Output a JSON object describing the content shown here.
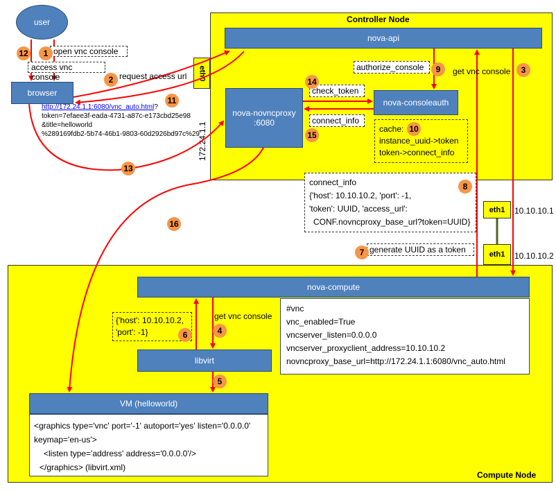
{
  "user": "user",
  "browser": "browser",
  "controller": {
    "title": "Controller Node",
    "nova_api": "nova-api",
    "novncproxy_line1": "nova-novncproxy",
    "novncproxy_line2": ":6080",
    "consoleauth": "nova-consoleauth",
    "eth0": "eth0",
    "ip_vertical": "172.24.1.1",
    "cache_lines": [
      "cache:",
      "instance_uuid->token",
      "token->connect_info"
    ]
  },
  "compute": {
    "title": "Compute Node",
    "nova_compute": "nova-compute",
    "libvirt": "libvirt",
    "vm": "VM (helloworld)",
    "config_lines": [
      "#vnc",
      "vnc_enabled=True",
      "vncserver_listen=0.0.0.0",
      "vncserver_proxyclient_address=10.10.10.2",
      "novncproxy_base_url=http://172.24.1.1:6080/vnc_auto.html"
    ],
    "xml_lines": [
      "<graphics type='vnc' port='-1' autoport='yes' listen='0.0.0.0'",
      "keymap='en-us'>",
      "<listen type='address' address='0.0.0.0'/>",
      "</graphics> (libvirt.xml)"
    ],
    "host_port_lines": [
      "{'host': 10.10.10.2,",
      "'port': -1}"
    ]
  },
  "eth1_top": "eth1",
  "eth1_bottom": "eth1",
  "ip_top": "10.10.10.1",
  "ip_bottom": "10.10.10.2",
  "labels": {
    "open_vnc": "open vnc console",
    "access_vnc": "access vnc console",
    "request_url": "request access url",
    "authorize": "authorize_console",
    "get_vnc_top": "get vnc console",
    "check_token": "check_token",
    "connect_info": "connect_info",
    "generate_uuid": "generate UUID as a  token",
    "get_vnc_bottom": "get vnc console"
  },
  "url_link": "http://172.24.1.1:6080/vnc_auto.html",
  "url_link_suffix": "?",
  "url_lines": [
    "token=7efaee3f-eada-4731-a87c-e173cbd25e98",
    "&title=helloworld",
    "%289169fdb2-5b74-46b1-9803-60d2926bd97c%29"
  ],
  "connect_info_lines": [
    "connect_info",
    "{'host': 10.10.10.2, 'port': -1,",
    "'token': UUID, 'access_url':",
    "CONF.novncproxy_base_url?token=UUID}"
  ],
  "steps": {
    "s1": "1",
    "s2": "2",
    "s3": "3",
    "s4": "4",
    "s5": "5",
    "s6": "6",
    "s7": "7",
    "s8": "8",
    "s9": "9",
    "s10": "10",
    "s11": "11",
    "s12": "12",
    "s13": "13",
    "s14": "14",
    "s15": "15",
    "s16": "16"
  },
  "colors": {
    "node": "#ffff00",
    "box": "#4f81bd",
    "arrow": "#ff0000",
    "step": "#f79646",
    "link": "#00b050"
  }
}
